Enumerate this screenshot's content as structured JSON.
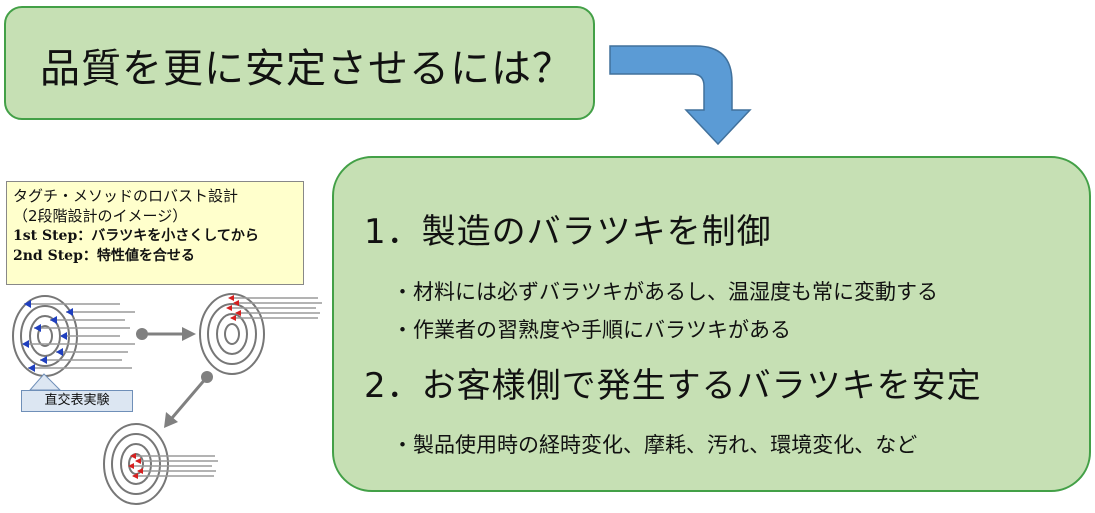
{
  "title": "品質を更に安定させるには？",
  "taguchi": {
    "line1": "タグチ・メソッドのロバスト設計",
    "line2": "（2段階設計のイメージ）",
    "step1": "1st Step：バラツキを小さくしてから",
    "step2": "2nd Step：特性値を合せる"
  },
  "callout_label": "直交表実験",
  "section1": {
    "heading": "1．製造のバラツキを制御",
    "bullets": [
      "・材料には必ずバラツキがあるし、温湿度も常に変動する",
      "・作業者の習熟度や手順にバラツキがある"
    ]
  },
  "section2": {
    "heading": "2．お客様側で発生するバラツキを安定",
    "bullets": [
      "・製品使用時の経時変化、摩耗、汚れ、環境変化、など"
    ]
  },
  "colors": {
    "box_fill": "#c6e0b4",
    "box_border": "#43a047",
    "arrow": "#5b9bd5",
    "note_fill": "#ffffcc",
    "label_fill": "#dce6f2",
    "dart_blue": "#1f3fbf",
    "dart_red": "#d62020"
  }
}
